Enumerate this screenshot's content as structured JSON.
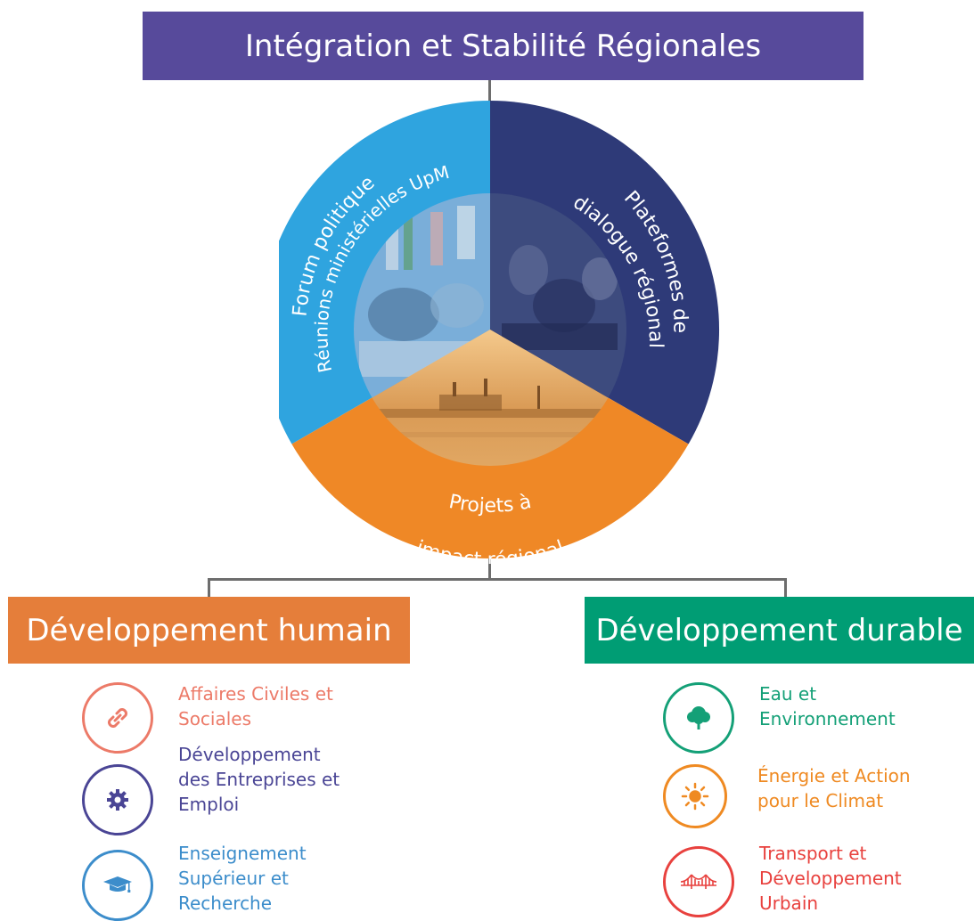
{
  "header": {
    "title": "Intégration et Stabilité Régionales"
  },
  "wheel": {
    "segment_left": {
      "line1": "Forum politique",
      "line2": "Réunions ministérielles UpM",
      "color": "#2fa4df"
    },
    "segment_right": {
      "line1": "Plateformes de",
      "line2": "dialogue régional",
      "color": "#2e3a78"
    },
    "segment_bottom": {
      "line1": "Projets à",
      "line2": "impact régional",
      "color": "#ef8826"
    }
  },
  "left_panel": {
    "title": "Développement humain",
    "color": "#e57e3a",
    "items": [
      {
        "line1": "Affaires Civiles et",
        "line2": "Sociales",
        "line3": "",
        "icon": "link-icon",
        "color": "#ec7a68"
      },
      {
        "line1": "Développement",
        "line2": "des Entreprises et",
        "line3": "Emploi",
        "icon": "gear-icon",
        "color": "#4a4595"
      },
      {
        "line1": "Enseignement",
        "line2": "Supérieur et",
        "line3": "Recherche",
        "icon": "graduation-cap-icon",
        "color": "#3c8dcb"
      }
    ]
  },
  "right_panel": {
    "title": "Développement durable",
    "color": "#009d74",
    "items": [
      {
        "line1": "Eau et",
        "line2": "Environnement",
        "line3": "",
        "icon": "tree-icon",
        "color": "#14a077"
      },
      {
        "line1": "Énergie et Action",
        "line2": "pour le Climat",
        "line3": "",
        "icon": "sun-icon",
        "color": "#ef8a22"
      },
      {
        "line1": "Transport et",
        "line2": "Développement",
        "line3": "Urbain",
        "icon": "bridge-icon",
        "color": "#e8413e"
      }
    ]
  }
}
